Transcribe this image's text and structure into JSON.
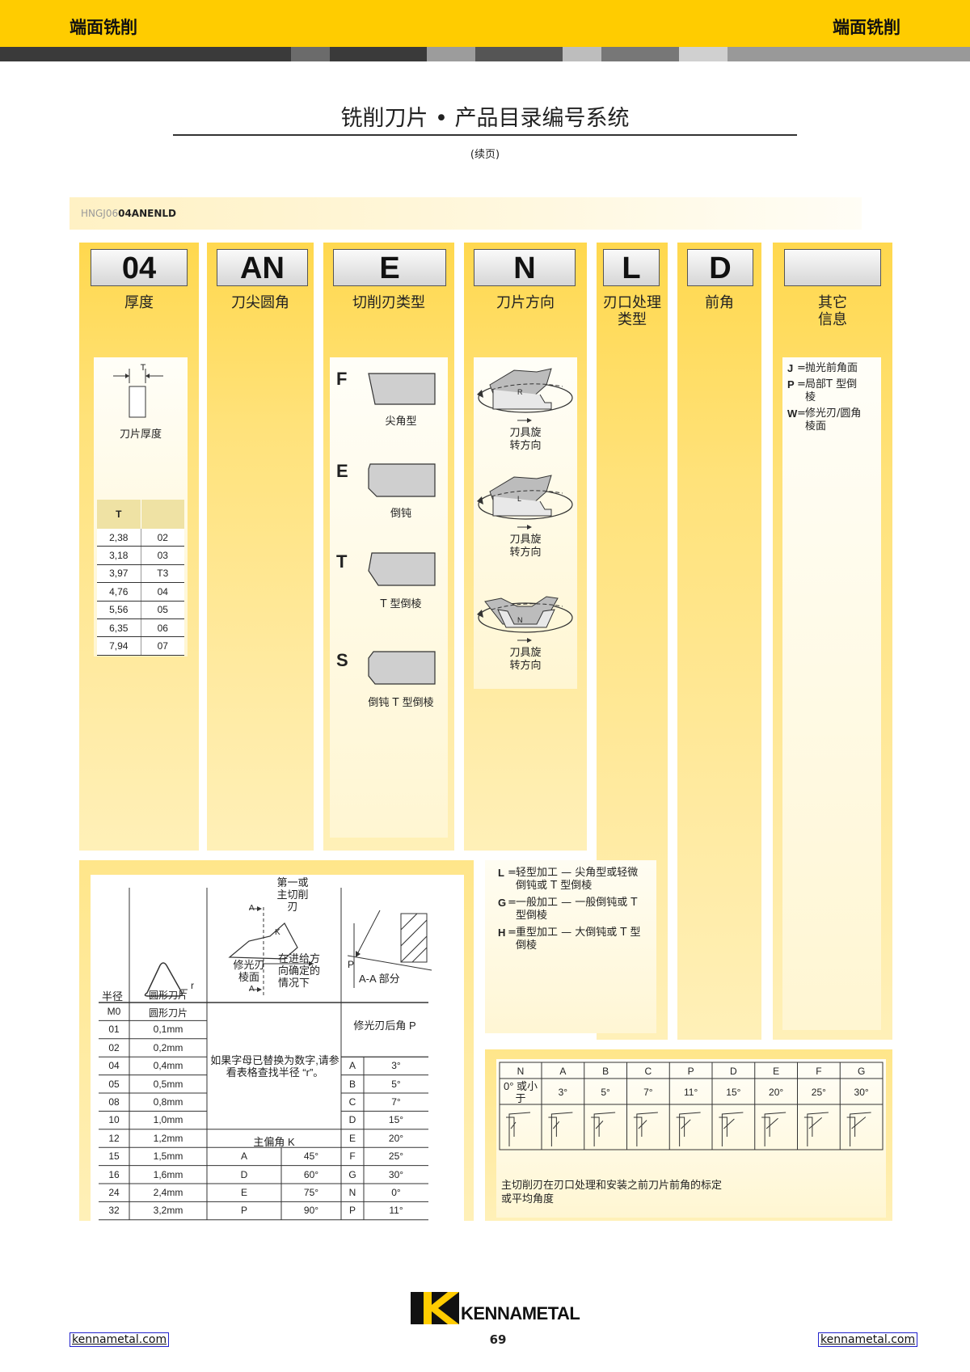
{
  "header": {
    "left": "端面铣削",
    "right": "端面铣削"
  },
  "page": {
    "title": "铣削刀片 • 产品目录编号系统",
    "continued": "(续页)"
  },
  "code": {
    "grey": "HNGJ06",
    "bold": "04ANENLD"
  },
  "columns": [
    {
      "letter": "04",
      "label": "厚度"
    },
    {
      "letter": "AN",
      "label": "刀尖圆角"
    },
    {
      "letter": "E",
      "label": "切削刃类型"
    },
    {
      "letter": "N",
      "label": "刀片方向"
    },
    {
      "letter": "L",
      "label": "刃口处理类型"
    },
    {
      "letter": "D",
      "label": "前角"
    },
    {
      "letter": "",
      "label": "其它信息"
    }
  ],
  "thickness": {
    "dim": "T",
    "caption": "刀片厚度",
    "header": "T",
    "rows": [
      [
        "2,38",
        "02"
      ],
      [
        "3,18",
        "03"
      ],
      [
        "3,97",
        "T3"
      ],
      [
        "4,76",
        "04"
      ],
      [
        "5,56",
        "05"
      ],
      [
        "6,35",
        "06"
      ],
      [
        "7,94",
        "07"
      ]
    ]
  },
  "edges": [
    {
      "letter": "F",
      "label": "尖角型"
    },
    {
      "letter": "E",
      "label": "倒钝"
    },
    {
      "letter": "T",
      "label": "T 型倒棱"
    },
    {
      "letter": "S",
      "label": "倒钝 T 型倒棱"
    }
  ],
  "directions": [
    {
      "mark": "R",
      "label": "刀具旋转方向"
    },
    {
      "mark": "L",
      "label": "刀具旋转方向"
    },
    {
      "mark": "N",
      "label": "刀具旋转方向"
    }
  ],
  "other": [
    {
      "k": "J",
      "v": "抛光前角面"
    },
    {
      "k": "P",
      "v": "局部T 型倒棱"
    },
    {
      "k": "W",
      "v": "修光刃/圆角棱面"
    }
  ],
  "hone": [
    {
      "k": "L",
      "v": "轻型加工 — 尖角型或轻微倒钝或 T 型倒棱"
    },
    {
      "k": "G",
      "v": "一般加工 — 一般倒钝或 T 型倒棱"
    },
    {
      "k": "H",
      "v": "重型加工 — 大倒钝或 T 型倒棱"
    }
  ],
  "radius": {
    "col_radius": "半径",
    "col_round": "圆形刀片",
    "r_mark": "r",
    "diagram_main": "第一或主切削刃",
    "diagram_A": "A",
    "diagram_K": "K",
    "diagram_wiper": "修光刃棱面",
    "diagram_feed": "在进给方向确定的情况下",
    "diagram_P": "P",
    "diagram_section": "A-A 部分",
    "wiper_clearance": "修光刃后角 P",
    "note": "如果字母已替换为数字,请参看表格查找半径 “r”。",
    "lead_title": "主偏角 K",
    "rows": [
      [
        "M0",
        "圆形刀片"
      ],
      [
        "01",
        "0,1mm"
      ],
      [
        "02",
        "0,2mm"
      ],
      [
        "04",
        "0,4mm"
      ],
      [
        "05",
        "0,5mm"
      ],
      [
        "08",
        "0,8mm"
      ],
      [
        "10",
        "1,0mm"
      ],
      [
        "12",
        "1,2mm"
      ],
      [
        "15",
        "1,5mm"
      ],
      [
        "16",
        "1,6mm"
      ],
      [
        "24",
        "2,4mm"
      ],
      [
        "32",
        "3,2mm"
      ]
    ],
    "lead": [
      [
        "A",
        "45°"
      ],
      [
        "D",
        "60°"
      ],
      [
        "E",
        "75°"
      ],
      [
        "P",
        "90°"
      ]
    ],
    "clearance": [
      [
        "A",
        "3°"
      ],
      [
        "B",
        "5°"
      ],
      [
        "C",
        "7°"
      ],
      [
        "D",
        "15°"
      ],
      [
        "E",
        "20°"
      ],
      [
        "F",
        "25°"
      ],
      [
        "G",
        "30°"
      ],
      [
        "N",
        "0°"
      ],
      [
        "P",
        "11°"
      ]
    ]
  },
  "rake": {
    "letters": [
      "N",
      "A",
      "B",
      "C",
      "P",
      "D",
      "E",
      "F",
      "G"
    ],
    "first": "0° 或小于",
    "angles": [
      "3°",
      "5°",
      "7°",
      "11°",
      "15°",
      "20°",
      "25°",
      "30°"
    ],
    "caption": "主切削刃在刃口处理和安装之前刀片前角的标定或平均角度"
  },
  "footer": {
    "brand": "KENNAMETAL",
    "page": "69",
    "link_left": "kennametal.com",
    "link_right": "kennametal.com"
  }
}
